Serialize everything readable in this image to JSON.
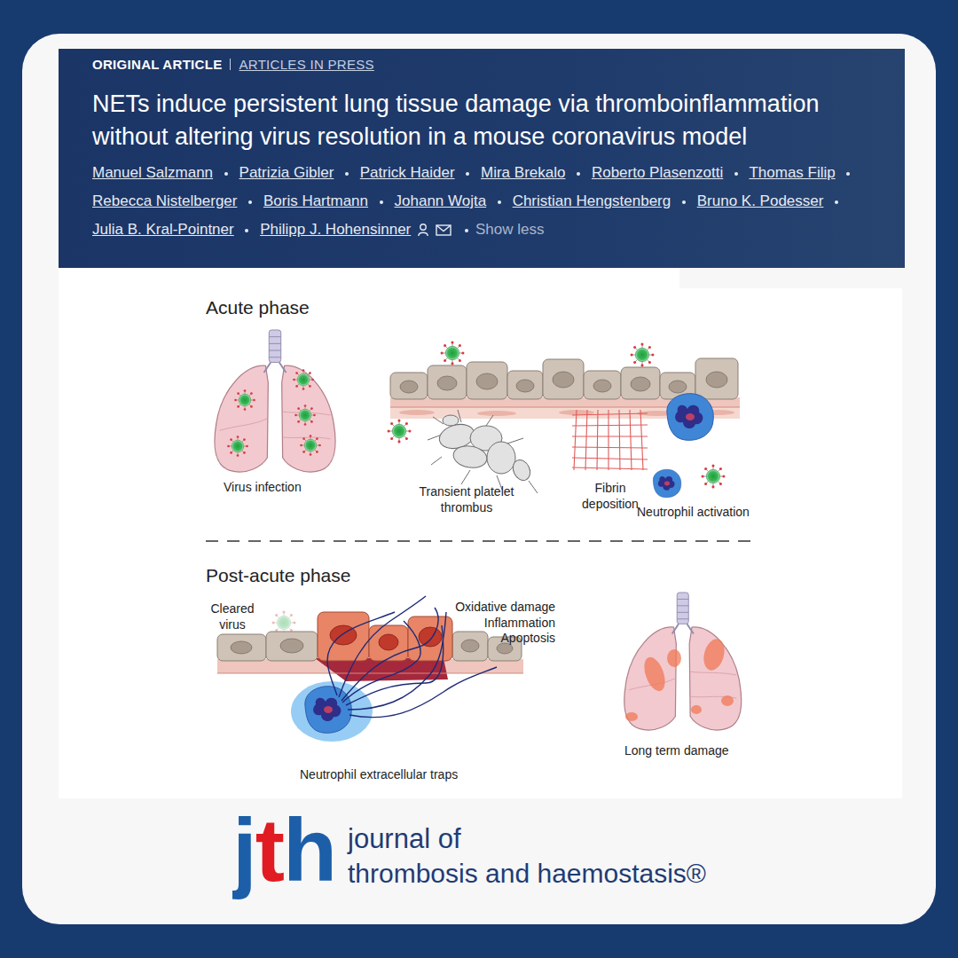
{
  "diagram": {
    "title": "NETs induce persistent lung tissue damage via thromboinflammation without altering virus resolution in a mouse coronavirus model",
    "nodes": [
      {
        "text": [
          "ORIGINAL ARTICLE",
          "ARTICLES IN PRESS",
          "Manuel Salzmann",
          "Patrizia Gibler",
          "Patrick Haider",
          "Mira Brekalo",
          "Roberto Plasenzotti",
          "Thomas Filip",
          "Rebecca Nistelberger",
          "Boris Hartmann",
          "Johann Wojta",
          "Christian Hengstenberg",
          "Bruno K. Podesser",
          "Julia B. Kral-Pointner",
          "Philipp J. Hohensinner",
          "Show less"
        ]
      }
    ],
    "labels": [
      "Acute phase",
      "Virus infection",
      "Transient platelet thrombus",
      "Fibrin deposition",
      "Neutrophil activation",
      "Post-acute phase",
      "Cleared virus",
      "Oxidative damage Inflammation Apoptosis",
      "Neutrophil extracellular traps",
      "Long term damage",
      "jth",
      "journal of",
      "thrombosis and haemostasis®"
    ]
  }
}
